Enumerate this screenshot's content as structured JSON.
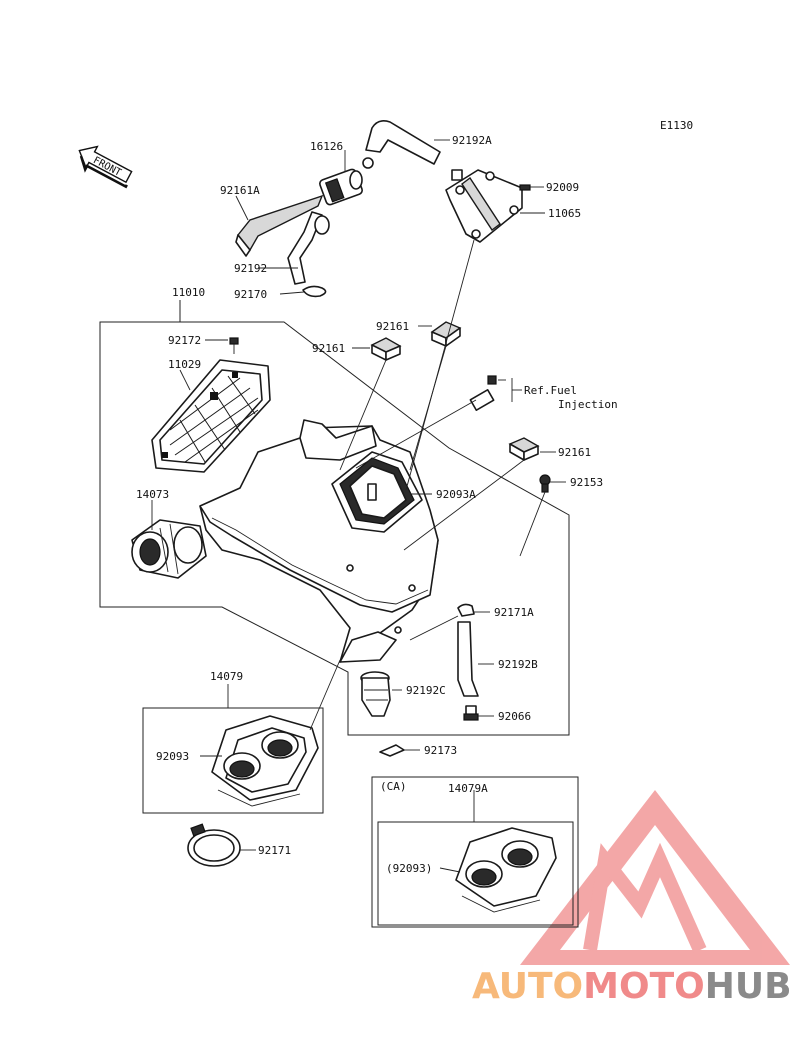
{
  "diagram_code": "E1130",
  "front_label": "FRONT",
  "labels": {
    "p92192A": "92192A",
    "p16126": "16126",
    "p92009": "92009",
    "p92161A": "92161A",
    "p11065": "11065",
    "p92192": "92192",
    "p92170": "92170",
    "p11010": "11010",
    "p92161_top": "92161",
    "p92172": "92172",
    "p92161_left": "92161",
    "p11029": "11029",
    "ref_line1": "Ref.Fuel",
    "ref_line2": "Injection",
    "p92161_right": "92161",
    "p92153": "92153",
    "p14073": "14073",
    "p92093A": "92093A",
    "p92171A": "92171A",
    "p92192B": "92192B",
    "p14079": "14079",
    "p92192C": "92192C",
    "p92066": "92066",
    "p92093": "92093",
    "p92173": "92173",
    "ca": "(CA)",
    "p14079A": "14079A",
    "p92171": "92171",
    "p92093_ca": "(92093)"
  },
  "watermark": {
    "part1": "AUTO",
    "part2": "MOTO",
    "part3": "HUB",
    "color1": "#f7b97a",
    "color2": "#f08a8a",
    "color3": "#8a8a8a"
  }
}
